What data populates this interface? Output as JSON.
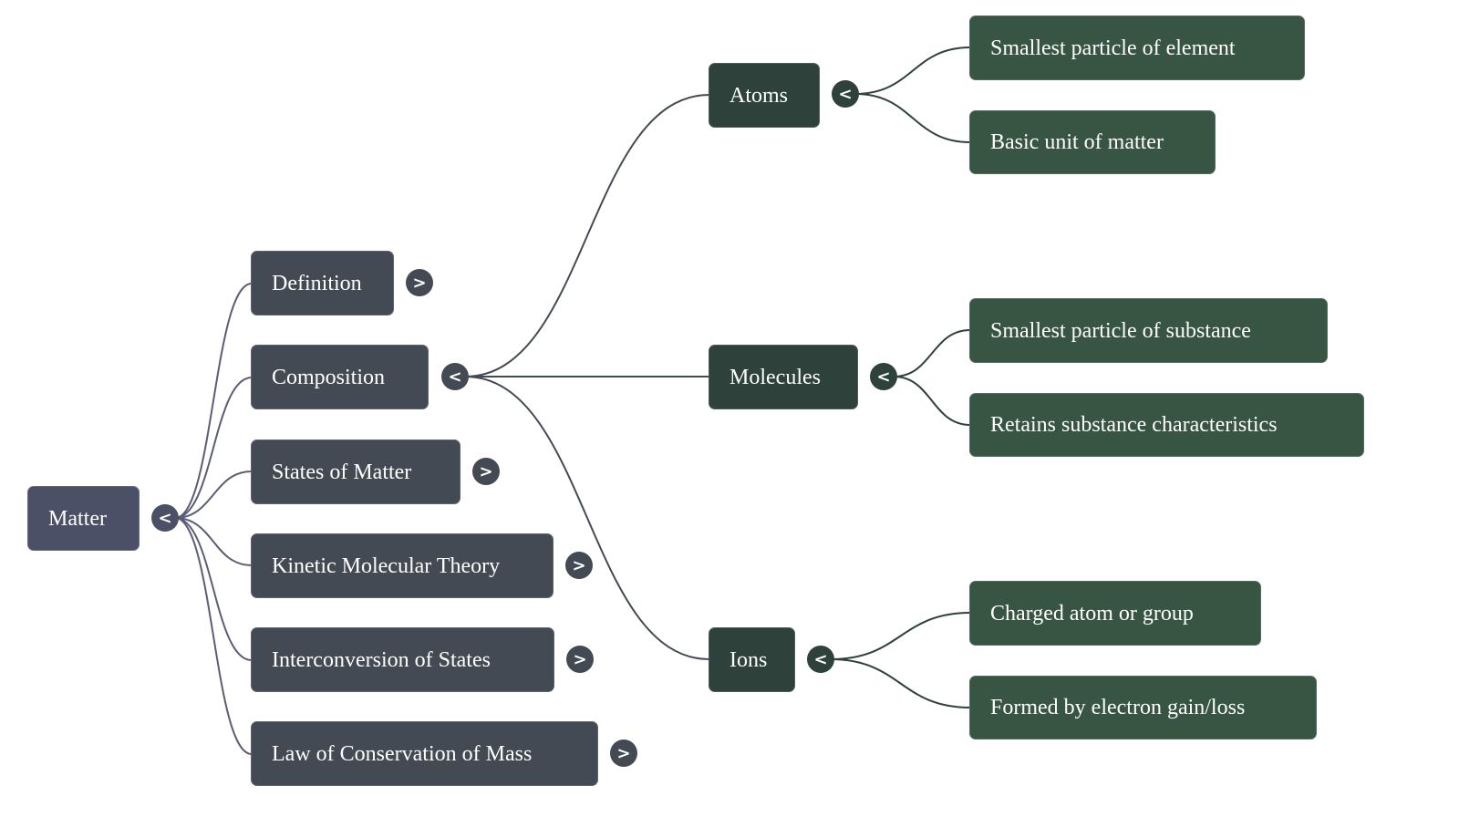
{
  "colors": {
    "root": "#4c5066",
    "level1": "#444a53",
    "level2": "#2f413b",
    "level3": "#385443",
    "link_root": "#5a5d75",
    "link_level1": "#444a53",
    "link_level2": "#2f413b"
  },
  "icons": {
    "collapse": "<",
    "expand": ">"
  },
  "root": {
    "label": "Matter",
    "toggle_icon": "collapse-chevron-icon"
  },
  "branches": [
    {
      "label": "Definition",
      "expanded": false
    },
    {
      "label": "Composition",
      "expanded": true
    },
    {
      "label": "States of Matter",
      "expanded": false
    },
    {
      "label": "Kinetic Molecular Theory",
      "expanded": false
    },
    {
      "label": "Interconversion of States",
      "expanded": false
    },
    {
      "label": "Law of Conservation of Mass",
      "expanded": false
    }
  ],
  "composition_children": [
    {
      "label": "Atoms",
      "expanded": true,
      "children": [
        "Smallest particle of element",
        "Basic unit of matter"
      ]
    },
    {
      "label": "Molecules",
      "expanded": true,
      "children": [
        "Smallest particle of substance",
        "Retains substance characteristics"
      ]
    },
    {
      "label": "Ions",
      "expanded": true,
      "children": [
        "Charged atom or group",
        "Formed by electron gain/loss"
      ]
    }
  ]
}
